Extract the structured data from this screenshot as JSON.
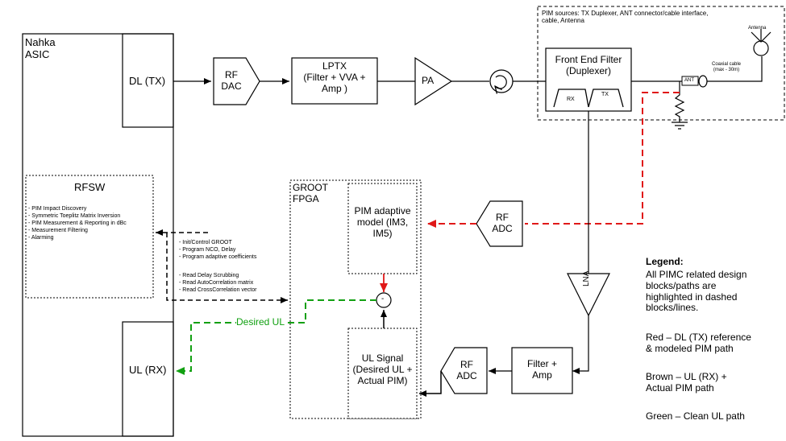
{
  "nahka": {
    "title": "Nahka\nASIC",
    "dl_tx": "DL (TX)",
    "ul_rx": "UL (RX)"
  },
  "rf_dac": "RF\nDAC",
  "lptx": "LPTX\n(Filter + VVA +\nAmp )",
  "pa": "PA",
  "pim_sources": "PIM sources: TX Duplexer, ANT connector/cable interface,\ncable, Antenna",
  "antenna": "Antenna",
  "coaxial": "Coaxial cable\n(max - 30m)",
  "ant": "ANT",
  "front_end": {
    "title": "Front End Filter\n(Duplexer)",
    "rx": "RX",
    "tx": "TX"
  },
  "rfsw": {
    "title": "RFSW",
    "items": [
      "- PIM Impact Discovery",
      "- Symmetric Toeplitz Matrix Inversion",
      "- PIM Measurement & Reporting in dBc",
      "- Measurement Filtering",
      "- Alarming"
    ]
  },
  "control": {
    "group1": [
      "- Init/Control GROOT",
      "- Program NCO, Delay",
      "- Program adaptive coefficients"
    ],
    "group2": [
      "- Read Delay Scrubbing",
      "- Read AutoCorrelation matrix",
      "- Read CrossCorrelation vector"
    ]
  },
  "groot": "GROOT\nFPGA",
  "pim_model": "PIM adaptive\nmodel (IM3,\nIM5)",
  "rf_adc_top": "RF\nADC",
  "rf_adc_bottom": "RF\nADC",
  "lna": "LNA",
  "filter_amp": "Filter +\nAmp",
  "ul_signal": "UL Signal\n(Desired UL +\nActual PIM)",
  "desired_ul": "Desired UL",
  "sum_node": "-",
  "legend": {
    "title": "Legend:",
    "intro": "All PIMC related design\nblocks/paths are\nhighlighted in dashed\nblocks/lines.",
    "red": "Red – DL (TX) reference\n& modeled PIM path",
    "brown": "Brown – UL (RX) +\nActual PIM path",
    "green": "Green – Clean UL path"
  },
  "colors": {
    "red": "#e01818",
    "green": "#12a012",
    "black": "#000000"
  }
}
